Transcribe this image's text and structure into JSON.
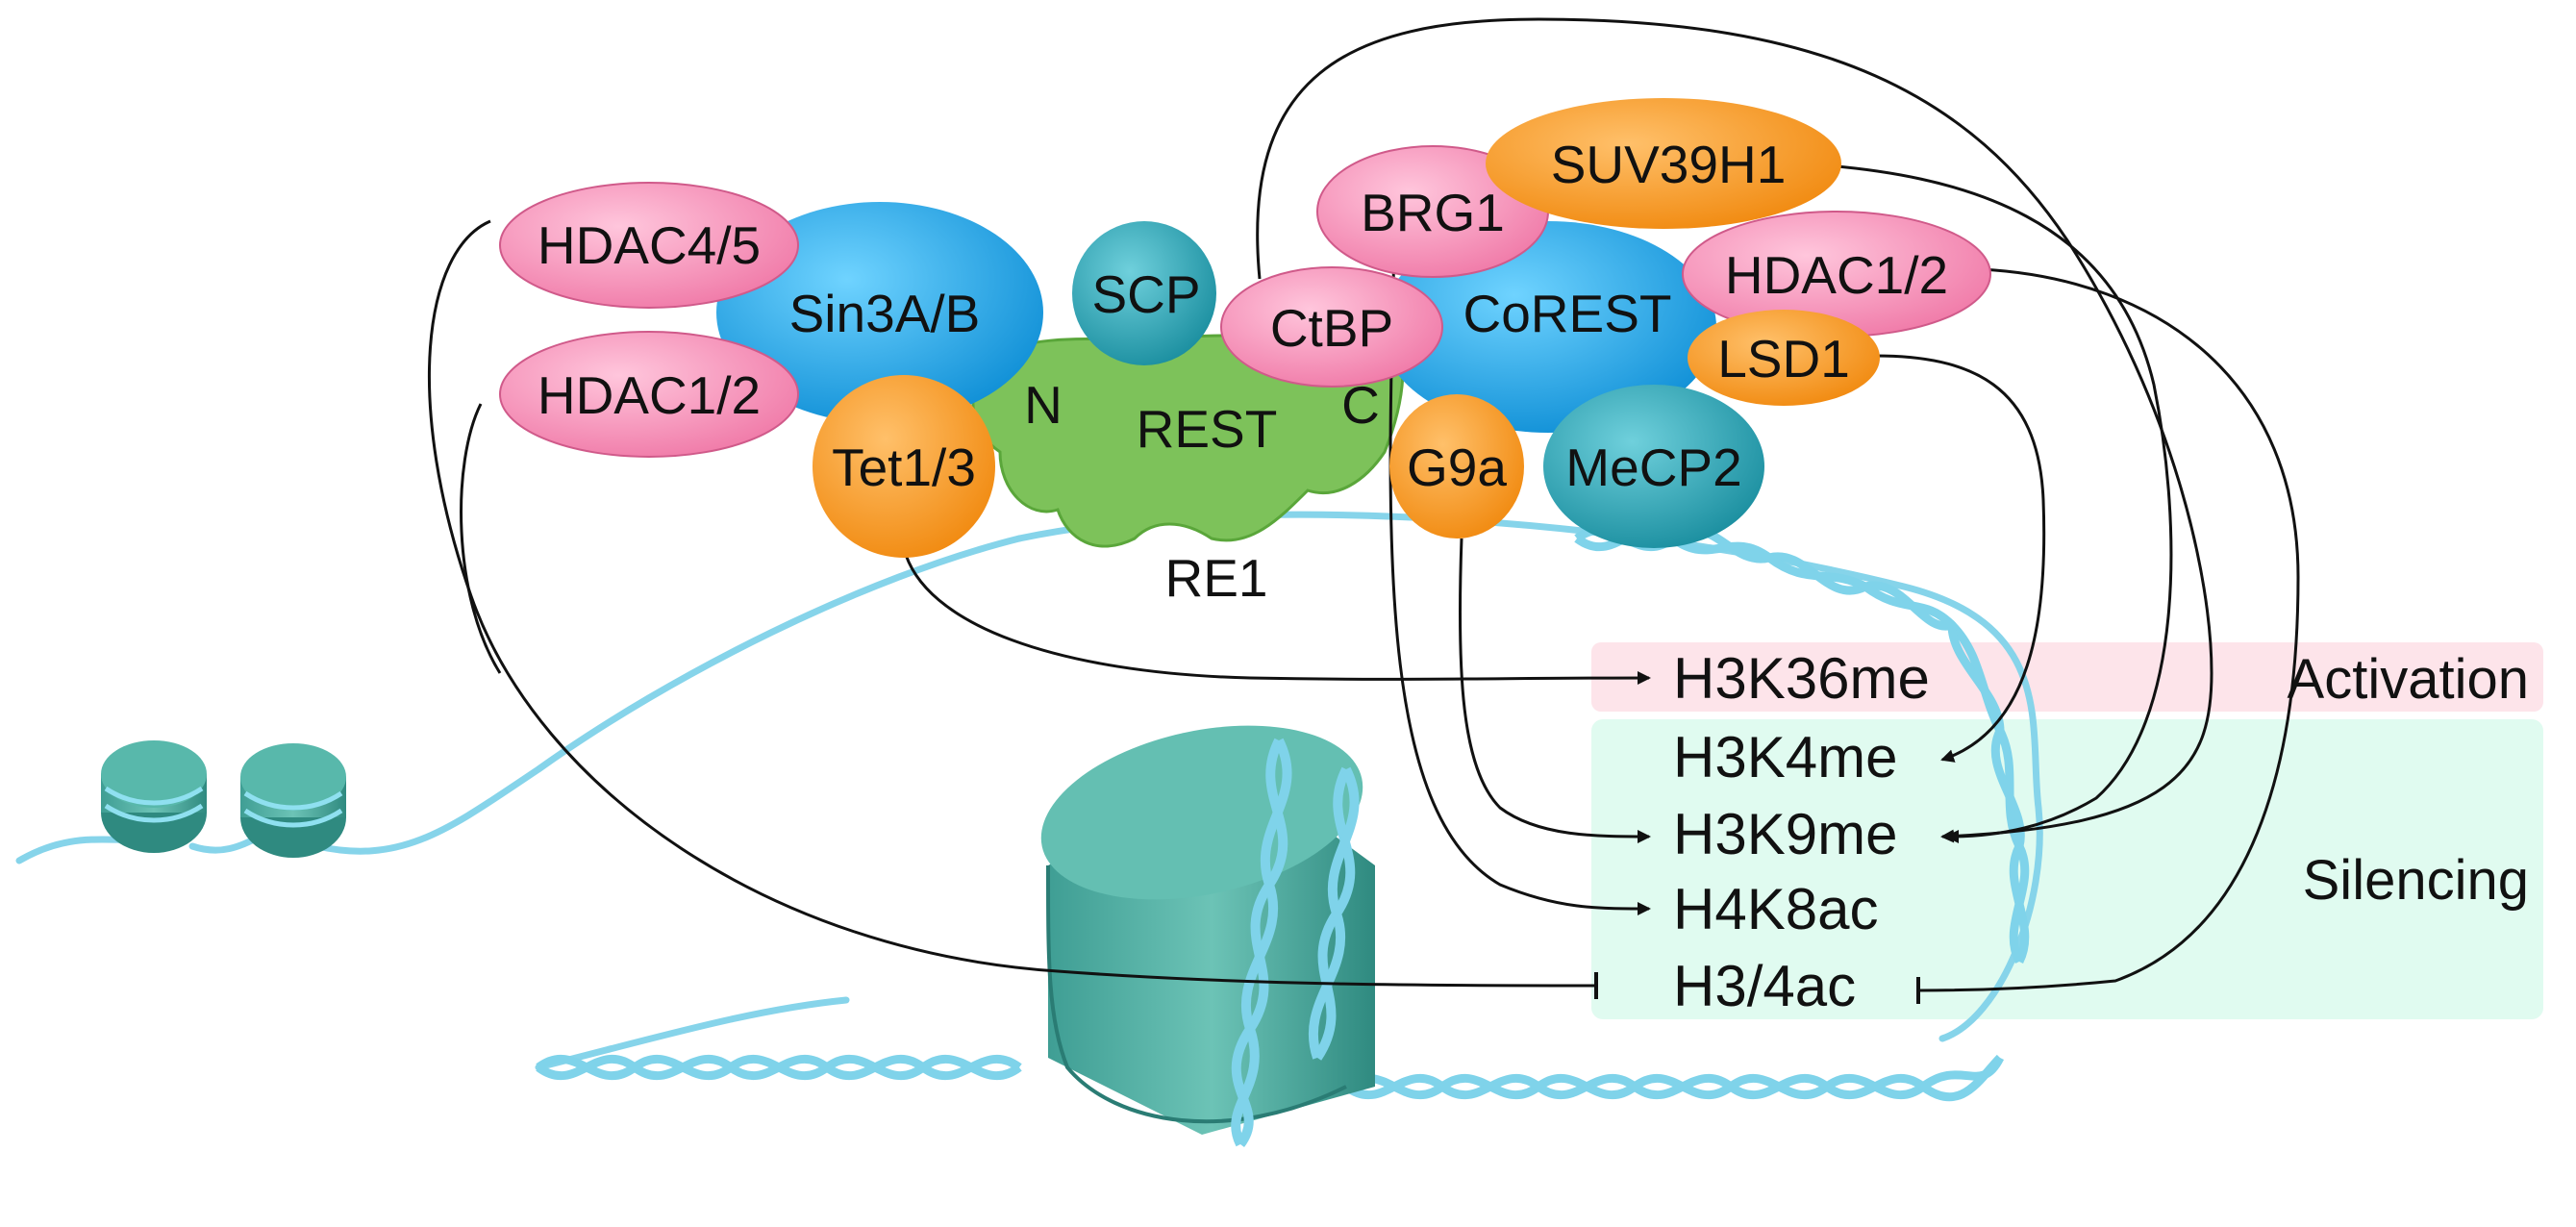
{
  "proteins": {
    "hdac45": "HDAC4/5",
    "sin3ab": "Sin3A/B",
    "hdac12_left": "HDAC1/2",
    "tet13": "Tet1/3",
    "scp": "SCP",
    "rest": "REST",
    "n_term": "N",
    "c_term": "C",
    "re1": "RE1",
    "ctbp": "CtBP",
    "brg1": "BRG1",
    "suv39h1": "SUV39H1",
    "corest": "CoREST",
    "hdac12_right": "HDAC1/2",
    "lsd1": "LSD1",
    "g9a": "G9a",
    "mecp2": "MeCP2"
  },
  "marks": {
    "activation_mark": "H3K36me",
    "activation_label": "Activation",
    "silencing_marks": [
      "H3K4me",
      "H3K9me",
      "H4K8ac",
      "H3/4ac"
    ],
    "silencing_label": "Silencing"
  },
  "colors": {
    "pink": "#f28fb6",
    "blue": "#1aa3e0",
    "teal": "#2aa3b4",
    "orange": "#f7941d",
    "green": "#7dc25a",
    "dna": "#7fd3ea",
    "nucleosome": "#4aaea3",
    "activation_bg": "#fde4ea",
    "silencing_bg": "#e0fbf0"
  }
}
